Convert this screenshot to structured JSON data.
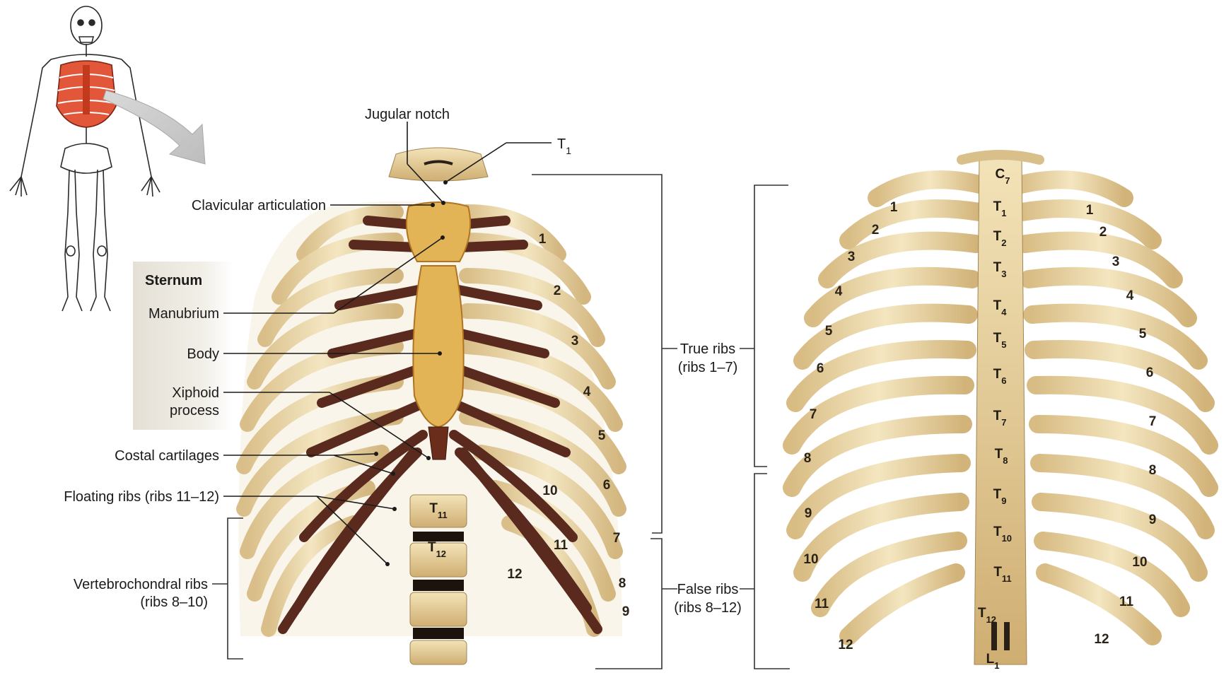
{
  "labels": {
    "jugular_notch": "Jugular notch",
    "t1_main": "T",
    "t1_main_sub": "1",
    "clavicular_articulation": "Clavicular articulation",
    "sternum_title": "Sternum",
    "manubrium": "Manubrium",
    "body": "Body",
    "xiphoid_line1": "Xiphoid",
    "xiphoid_line2": "process",
    "costal_cartilages": "Costal cartilages",
    "floating_ribs": "Floating ribs (ribs 11–12)",
    "vertebrochondral_line1": "Vertebrochondral ribs",
    "vertebrochondral_line2": "(ribs 8–10)",
    "true_ribs_line1": "True ribs",
    "true_ribs_line2": "(ribs 1–7)",
    "false_ribs_line1": "False ribs",
    "false_ribs_line2": "(ribs 8–12)"
  },
  "anterior_rib_numbers": [
    "1",
    "2",
    "3",
    "4",
    "5",
    "6",
    "7",
    "8",
    "9",
    "10",
    "11",
    "12"
  ],
  "anterior_vertebrae": [
    {
      "letter": "T",
      "sub": "11"
    },
    {
      "letter": "T",
      "sub": "12"
    }
  ],
  "posterior_vertebrae": [
    {
      "letter": "C",
      "sub": "7"
    },
    {
      "letter": "T",
      "sub": "1"
    },
    {
      "letter": "T",
      "sub": "2"
    },
    {
      "letter": "T",
      "sub": "3"
    },
    {
      "letter": "T",
      "sub": "4"
    },
    {
      "letter": "T",
      "sub": "5"
    },
    {
      "letter": "T",
      "sub": "6"
    },
    {
      "letter": "T",
      "sub": "7"
    },
    {
      "letter": "T",
      "sub": "8"
    },
    {
      "letter": "T",
      "sub": "9"
    },
    {
      "letter": "T",
      "sub": "10"
    },
    {
      "letter": "T",
      "sub": "11"
    },
    {
      "letter": "T",
      "sub": "12"
    },
    {
      "letter": "L",
      "sub": "1"
    }
  ],
  "posterior_left_rib_numbers": [
    "1",
    "2",
    "3",
    "4",
    "5",
    "6",
    "7",
    "8",
    "9",
    "10",
    "11",
    "12"
  ],
  "posterior_right_rib_numbers": [
    "1",
    "2",
    "3",
    "4",
    "5",
    "6",
    "7",
    "8",
    "9",
    "10",
    "11",
    "12"
  ],
  "colors": {
    "bone": "#e8d3a0",
    "bone_dark": "#c9a96a",
    "cartilage": "#5a2a1e",
    "sternum": "#e3b456",
    "highlight": "#e2573a",
    "sternum_box": "#ece8df"
  },
  "icons": {
    "skeleton": "skeleton-icon",
    "arrow": "curved-arrow-icon"
  }
}
